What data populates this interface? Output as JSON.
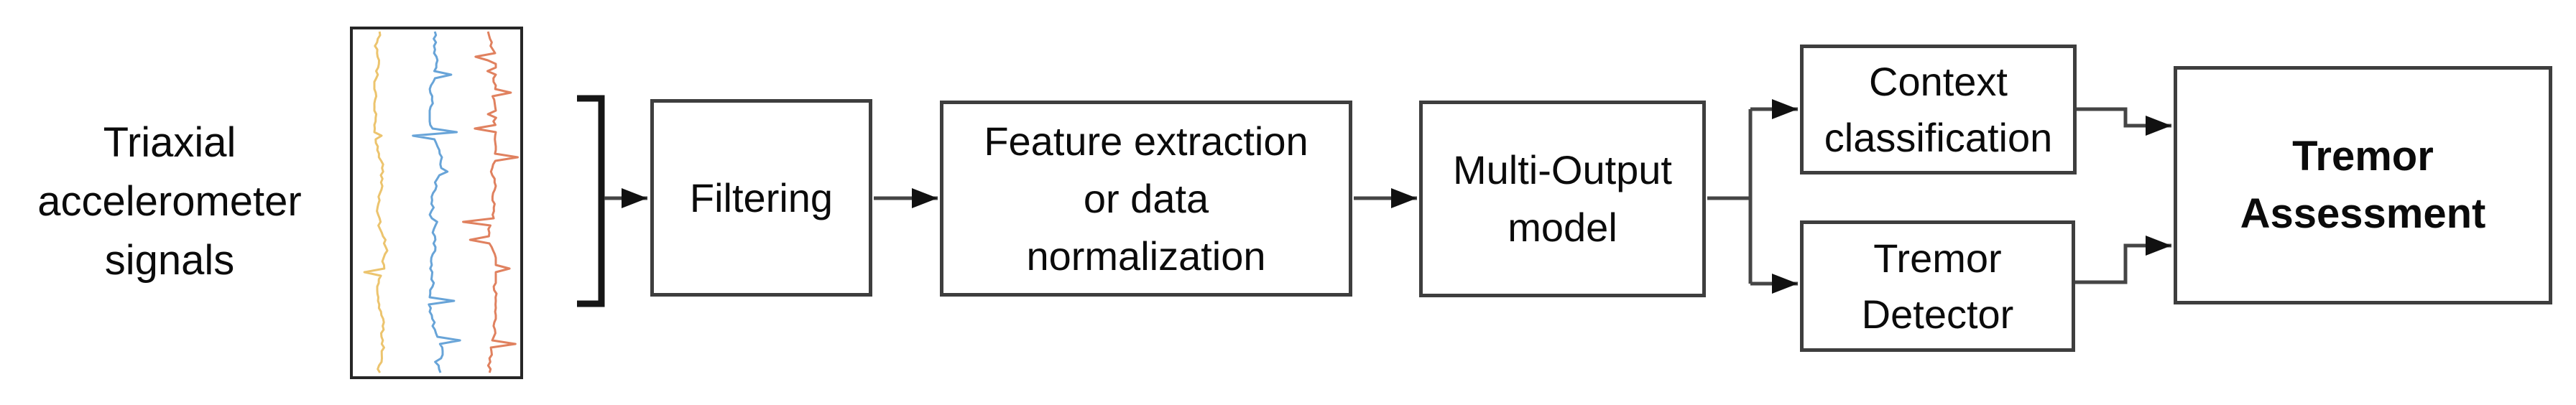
{
  "labels": {
    "input": "Triaxial\naccelerometer\nsignals",
    "filtering": "Filtering",
    "feature": "Feature extraction\nor data\nnormalization",
    "multi_output": "Multi-Output\nmodel",
    "context": "Context\nclassification",
    "detector": "Tremor\nDetector",
    "assessment": "Tremor\nAssessment"
  },
  "signal_plot": {
    "trace_colors": [
      "#ecc46e",
      "#68a4d8",
      "#e0815f"
    ],
    "border_color": "#262626"
  },
  "style": {
    "background": "#ffffff",
    "text_color": "#0b0b0b",
    "box_border_color": "#3e3e3e",
    "line_color": "#454545",
    "arrowhead_color": "#111111",
    "bracket_color": "#161616"
  }
}
